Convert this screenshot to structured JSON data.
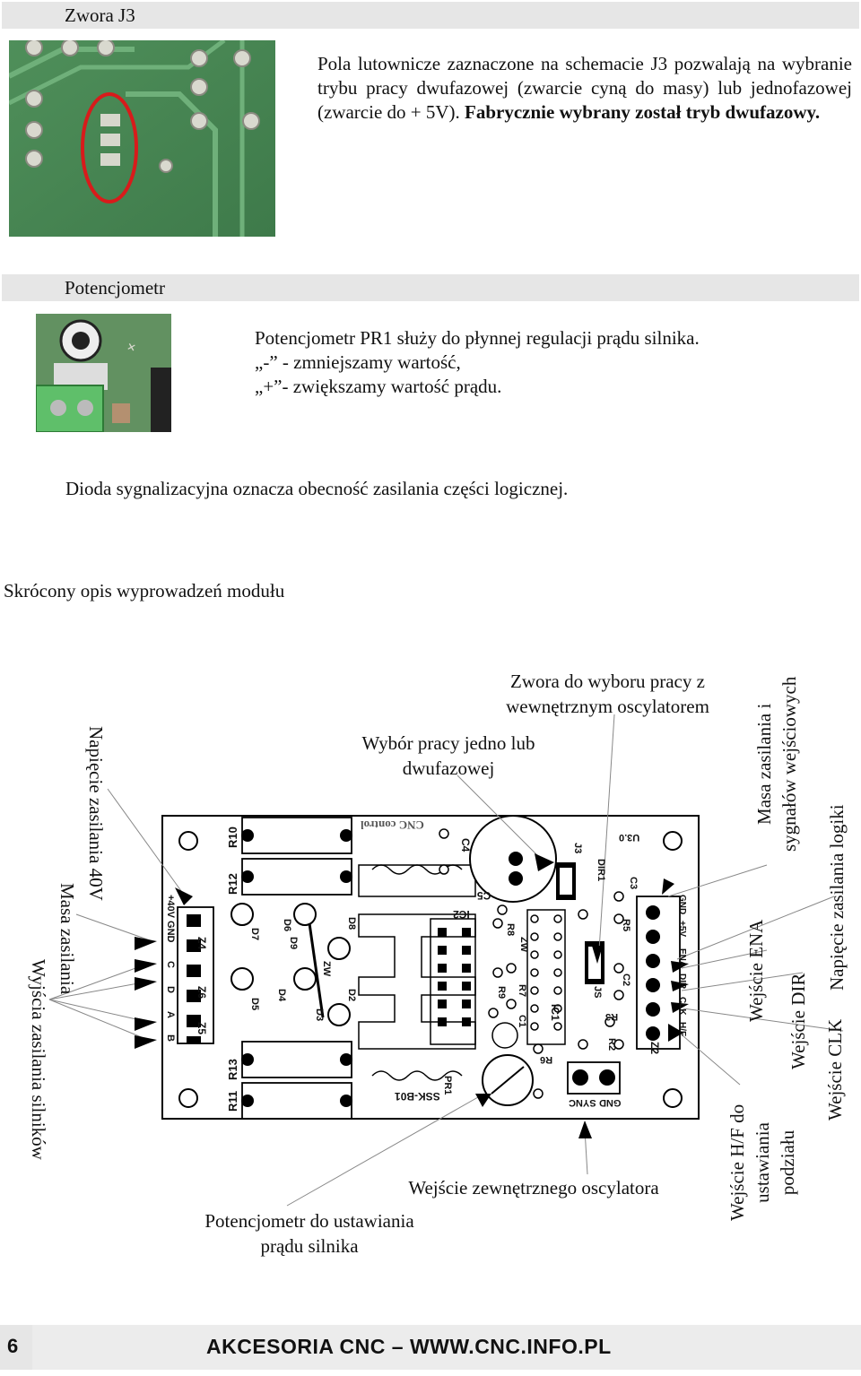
{
  "sections": {
    "j3_title": "Zwora J3",
    "j3_text_plain": "Pola lutownicze zaznaczone na schemacie J3 pozwalają na wybranie trybu pracy dwufazowej (zwarcie cyną do masy) lub jednofazowej (zwarcie do + 5V). ",
    "j3_text_bold": "Fabrycznie wybrany został tryb dwufazowy.",
    "pot_title": "Potencjometr",
    "pot_line1": "Potencjometr PR1 służy do płynnej regulacji prądu silnika.",
    "pot_line2": "„-” - zmniejszamy wartość,",
    "pot_line3": "„+”- zwiększamy wartość prądu.",
    "diode_text": "Dioda sygnalizacyjna oznacza obecność zasilania części logicznej.",
    "pinout_heading": "Skrócony opis wyprowadzeń modułu"
  },
  "diagram": {
    "labels": {
      "napiecie": "Napięcie zasilania 40V",
      "masa": "Masa zasilania",
      "wyjscia": "Wyjścia zasilania silników",
      "wybor_1": "Wybór pracy jedno lub",
      "wybor_2": "dwufazowej",
      "zwora_1": "Zwora do wyboru pracy z",
      "zwora_2": "wewnętrznym oscylatorem",
      "masa_logic_1": "Masa zasilania i",
      "masa_logic_2": "sygnałów wejściowych",
      "napiecie_logiki": "Napięcie zasilania logiki",
      "ena": "Wejście ENA",
      "dir": "Wejście DIR",
      "clk": "Wejście CLK",
      "hf_1": "Wejście H/F do",
      "hf_2": "ustawiania",
      "hf_3": "podziału",
      "osc": "Wejście zewnętrznego oscylatora",
      "pot_1": "Potencjometr do ustawiania",
      "pot_2": "prądu silnika"
    },
    "board": {
      "silk": [
        "R10",
        "R12",
        "R13",
        "R11",
        "Z4",
        "Z6",
        "Z5",
        "C4",
        "C5",
        "IC2",
        "R8",
        "R9",
        "R7",
        "ZW",
        "C1",
        "IC1",
        "R3",
        "R2",
        "R6",
        "PR1",
        "J3",
        "DIR1",
        "C3",
        "R5",
        "C2",
        "JS",
        "D6",
        "D7",
        "D8",
        "D9",
        "D4",
        "D5",
        "D3",
        "D2",
        "ZW",
        "Z2"
      ],
      "left_pins": [
        "+40V GND",
        "C",
        "D",
        "A",
        "B"
      ],
      "right_pins": [
        "GND",
        "+5V",
        "ENA",
        "DIR",
        "CLK",
        "H/F"
      ],
      "bottom_pins": [
        "SYNC",
        "GND"
      ],
      "model": "SSK-B01",
      "logo": "CNC control",
      "vcc": "U3.0"
    }
  },
  "footer": {
    "page_number": "6",
    "text": "AKCESORIA CNC – WWW.CNC.INFO.PL"
  }
}
